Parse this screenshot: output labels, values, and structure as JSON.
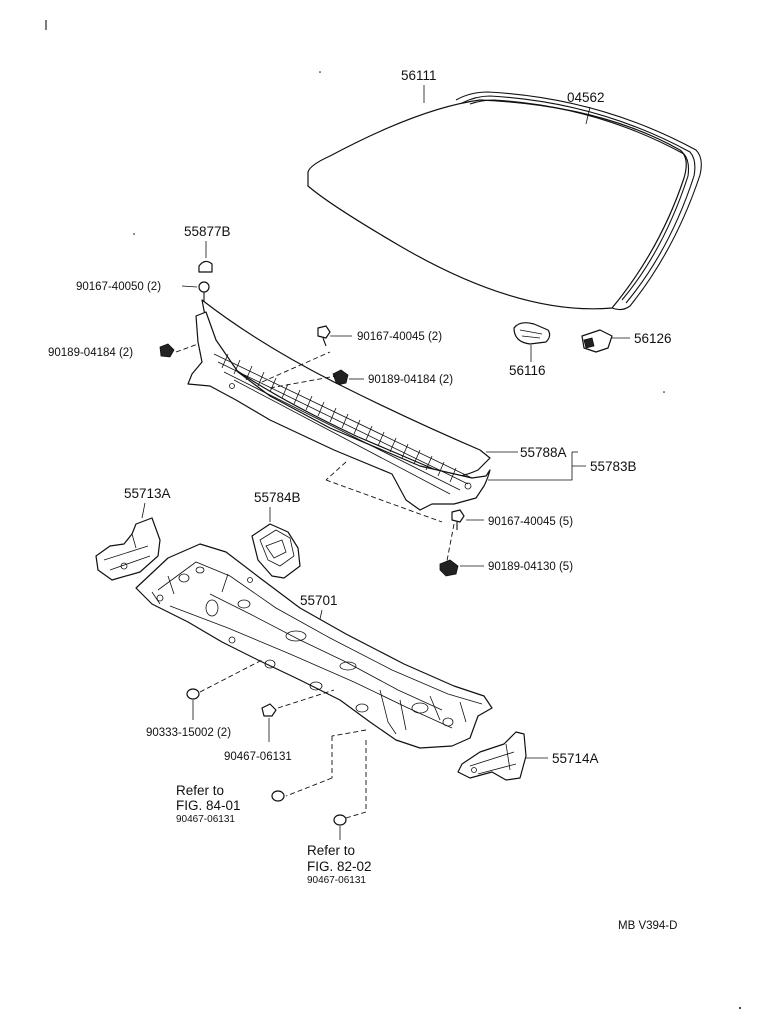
{
  "labels": {
    "p56111": "56111",
    "p04562": "04562",
    "p55877b": "55877B",
    "p90167_40050": "90167-40050 (2)",
    "p90189_04184_left": "90189-04184 (2)",
    "p90167_40045_top": "90167-40045 (2)",
    "p90189_04184_right": "90189-04184 (2)",
    "p56116": "56116",
    "p56126": "56126",
    "p55788a": "55788A",
    "p55783b": "55783B",
    "p55713a": "55713A",
    "p55784b": "55784B",
    "p90167_40045_low": "90167-40045 (5)",
    "p90189_04130": "90189-04130 (5)",
    "p55701": "55701",
    "p90333_15002": "90333-15002 (2)",
    "p90467_06131": "90467-06131",
    "p55714a": "55714A",
    "ref1_line1": "Refer to",
    "ref1_line2": "FIG. 84-01",
    "ref1_part": "90467-06131",
    "ref2_line1": "Refer to",
    "ref2_line2": "FIG. 82-02",
    "ref2_part": "90467-06131",
    "footer_code": "MB  V394-D"
  },
  "icons": {
    "windshield": "windshield-glass",
    "molding": "windshield-molding",
    "cowl_top": "cowl-top-ventilator-louver",
    "cowl_panel": "cowl-panel",
    "clip": "clip",
    "screw": "screw",
    "nut": "nut"
  }
}
